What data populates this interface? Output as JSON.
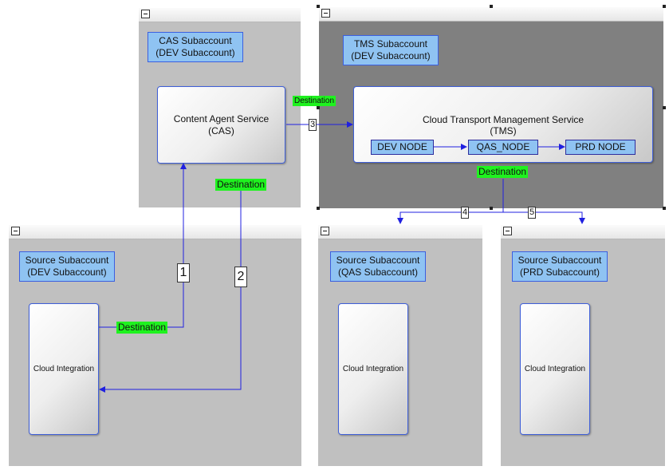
{
  "colors": {
    "panel": "#c0c0c0",
    "panel_dark": "#808080",
    "label_fill": "#8fc3f2",
    "connector": "#2020e0",
    "destination_tag": "#1ff21f"
  },
  "panels": {
    "cas": {
      "title_line1": "CAS Subaccount",
      "title_line2": "(DEV Subaccount)",
      "service_line1": "Content Agent Service",
      "service_line2": "(CAS)"
    },
    "tms": {
      "title_line1": "TMS Subaccount",
      "title_line2": "(DEV Subaccount)",
      "service_line1": "Cloud Transport Management Service",
      "service_line2": "(TMS)",
      "nodes": [
        "DEV NODE",
        "QAS_NODE",
        "PRD NODE"
      ]
    },
    "src_dev": {
      "title_line1": "Source Subaccount",
      "title_line2": "(DEV Subaccount)",
      "service": "Cloud Integration"
    },
    "src_qas": {
      "title_line1": "Source Subaccount",
      "title_line2": "(QAS Subaccount)",
      "service": "Cloud Integration"
    },
    "src_prd": {
      "title_line1": "Source Subaccount",
      "title_line2": "(PRD Subaccount)",
      "service": "Cloud Integration"
    }
  },
  "tags": {
    "destination": "Destination"
  },
  "steps": [
    "1",
    "2",
    "3",
    "4",
    "5"
  ]
}
